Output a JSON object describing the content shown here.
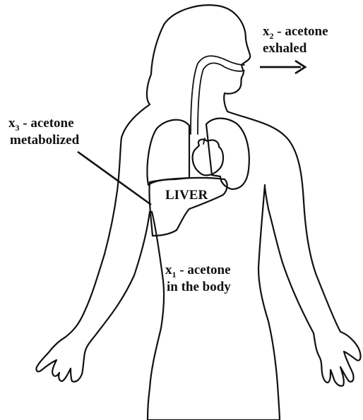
{
  "labels": {
    "exhaled": {
      "var": "x",
      "sub": "2",
      "line1": " - acetone",
      "line2": "exhaled"
    },
    "metabolized": {
      "var": "x",
      "sub": "3",
      "line1": " - acetone",
      "line2": "metabolized"
    },
    "body": {
      "var": "x",
      "sub": "1",
      "line1": " - acetone",
      "line2": "in the body"
    },
    "liver": "LIVER"
  }
}
